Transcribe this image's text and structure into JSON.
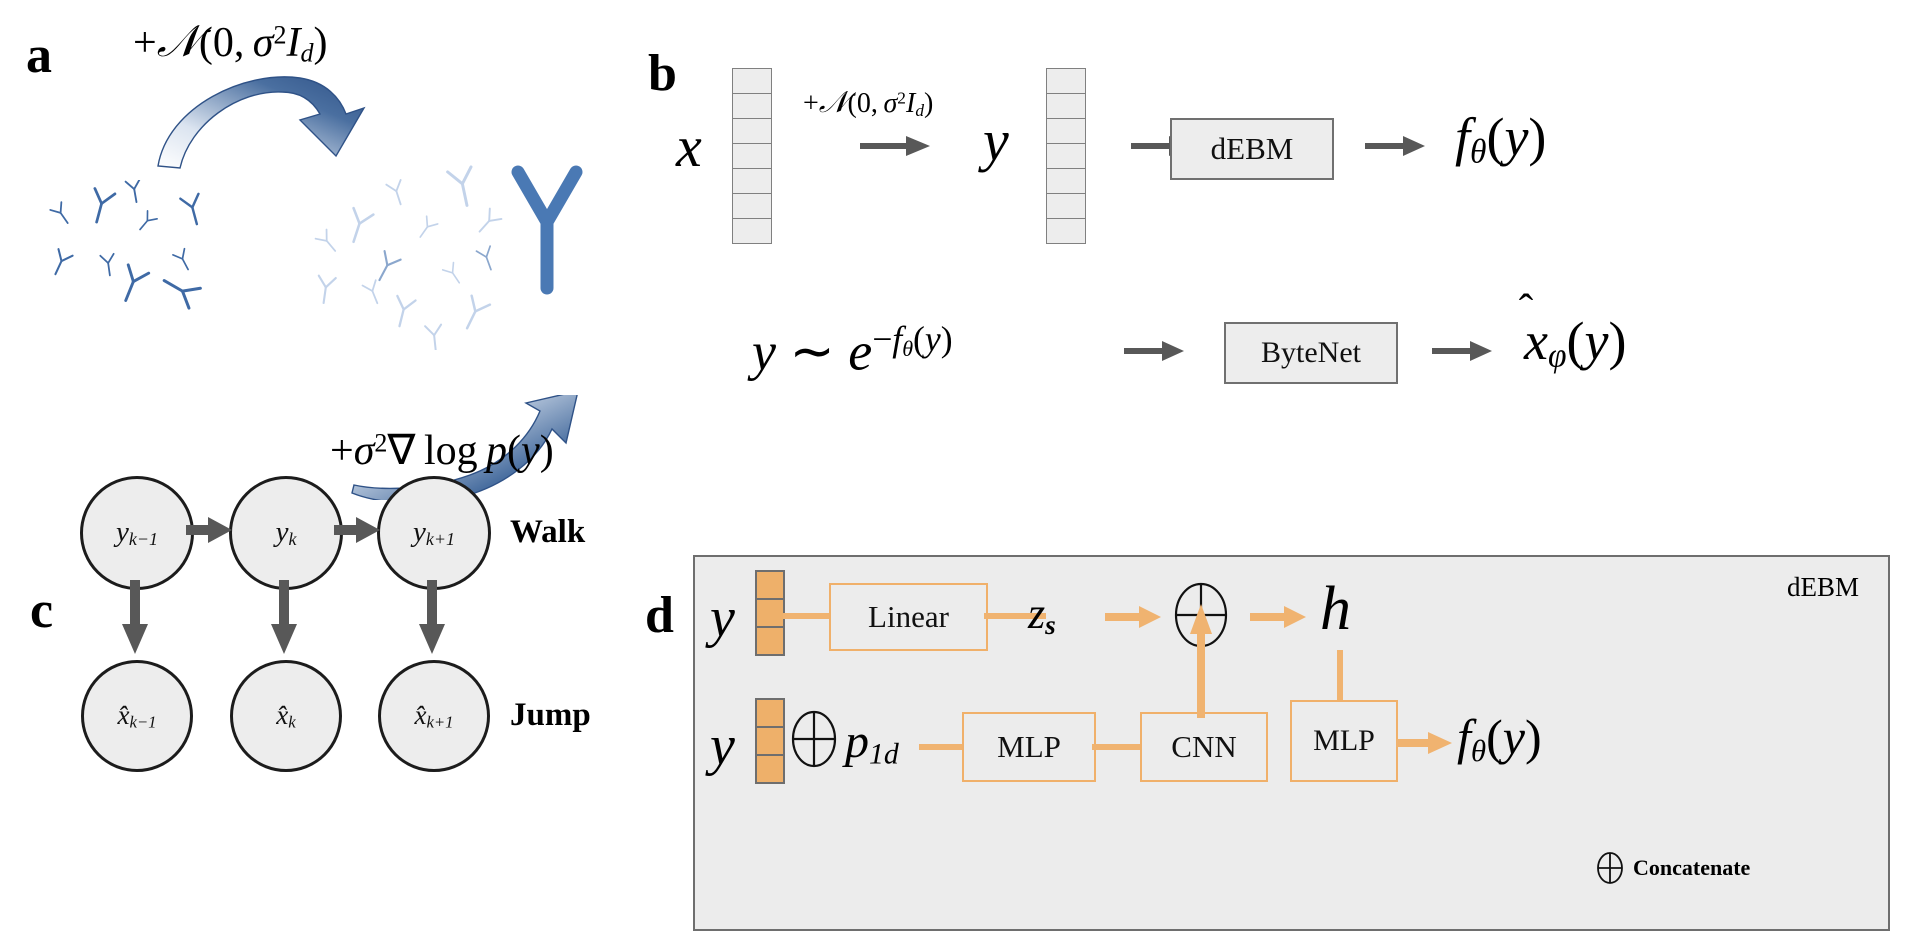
{
  "figure": {
    "panels": [
      "a",
      "b",
      "c",
      "d"
    ],
    "colors": {
      "antibody_dark": "#3f6aa5",
      "antibody_light": "#c3d3ea",
      "arrow_blue_dark": "#33598f",
      "arrow_blue_light": "#ccd9ea",
      "box_fill": "#ededed",
      "box_stroke": "#707070",
      "panel_d_fill": "#ececec",
      "orange_stroke": "#f0b06a",
      "orange_fill": "#eeb06a",
      "grey_arrow": "#585858",
      "node_stroke": "#1c1c1c"
    }
  },
  "panel_a": {
    "label": "a",
    "top_equation": "+Ν(0, σ²I_d)",
    "top_equation_parts": {
      "plus": "+",
      "cal_n": "Ν",
      "open": "(",
      "zero": "0",
      "comma": ",",
      "sigma": "σ",
      "two": "2",
      "i": "I",
      "d": "d",
      "close": ")"
    },
    "bottom_equation": "+σ²∇ log p(y)",
    "bottom_equation_parts": {
      "plus": "+",
      "sigma": "σ",
      "two": "2",
      "nabla": "∇",
      "log": "log",
      "p": "p",
      "open": "(",
      "y": "y",
      "close": ")"
    },
    "top_arrow": "curved-arrow-right-down",
    "bottom_arrow": "curved-arrow-right-up",
    "clusters": [
      "dense-antibody-cluster",
      "diffuse-antibody-cluster",
      "single-antibody"
    ]
  },
  "panel_b": {
    "label": "b",
    "row1": {
      "input_symbol": "x",
      "input_vector_cells": 7,
      "noise_equation": "+Ν(0, σ²I_d)",
      "arrow1": "arrow-right",
      "mid_symbol": "y",
      "mid_vector_cells": 7,
      "arrow2": "arrow-right",
      "box_label": "dEBM",
      "arrow3": "arrow-right",
      "output": "fθ(y)",
      "output_parts": {
        "f": "f",
        "theta": "θ",
        "open": "(",
        "y": "y",
        "close": ")"
      }
    },
    "row2": {
      "sample_expr": "y ∼ e⁻ᶠθ⁽ʸ⁾",
      "sample_parts": {
        "y": "y",
        "sim": "∼",
        "e": "e",
        "minus": "−",
        "f": "f",
        "theta": "θ",
        "open": "(",
        "inner_y": "y",
        "close": ")"
      },
      "arrow1": "arrow-right",
      "box_label": "ByteNet",
      "arrow2": "arrow-right",
      "output_parts": {
        "x": "x",
        "hat": "̂",
        "phi": "φ",
        "open": "(",
        "y": "y",
        "close": ")"
      }
    }
  },
  "panel_c": {
    "label": "c",
    "walk_label": "Walk",
    "jump_label": "Jump",
    "walk_nodes": [
      {
        "base": "y",
        "sub": "k−1"
      },
      {
        "base": "y",
        "sub": "k"
      },
      {
        "base": "y",
        "sub": "k+1"
      }
    ],
    "jump_nodes": [
      {
        "base": "x̂",
        "sub": "k−1"
      },
      {
        "base": "x̂",
        "sub": "k"
      },
      {
        "base": "x̂",
        "sub": "k+1"
      }
    ],
    "horizontal_arrows": 2,
    "vertical_arrows": 3
  },
  "panel_d": {
    "label": "d",
    "corner_tag": "dEBM",
    "top_row": {
      "input_symbol": "y",
      "input_vector_cells": 3,
      "box_label": "Linear",
      "intermediate_symbol": "z",
      "intermediate_sub": "s",
      "sum_icon": "⊕",
      "hidden_symbol": "h"
    },
    "bottom_row": {
      "input_symbol": "y",
      "input_vector_cells": 3,
      "concat_icon": "⊕",
      "positional_symbol": "p",
      "positional_sub": "1d",
      "box1_label": "MLP",
      "box2_label": "CNN",
      "box3_label": "MLP",
      "output_parts": {
        "f": "f",
        "theta": "θ",
        "open": "(",
        "y": "y",
        "close": ")"
      }
    },
    "legend": {
      "icon": "⊕",
      "label": "Concatenate"
    }
  }
}
